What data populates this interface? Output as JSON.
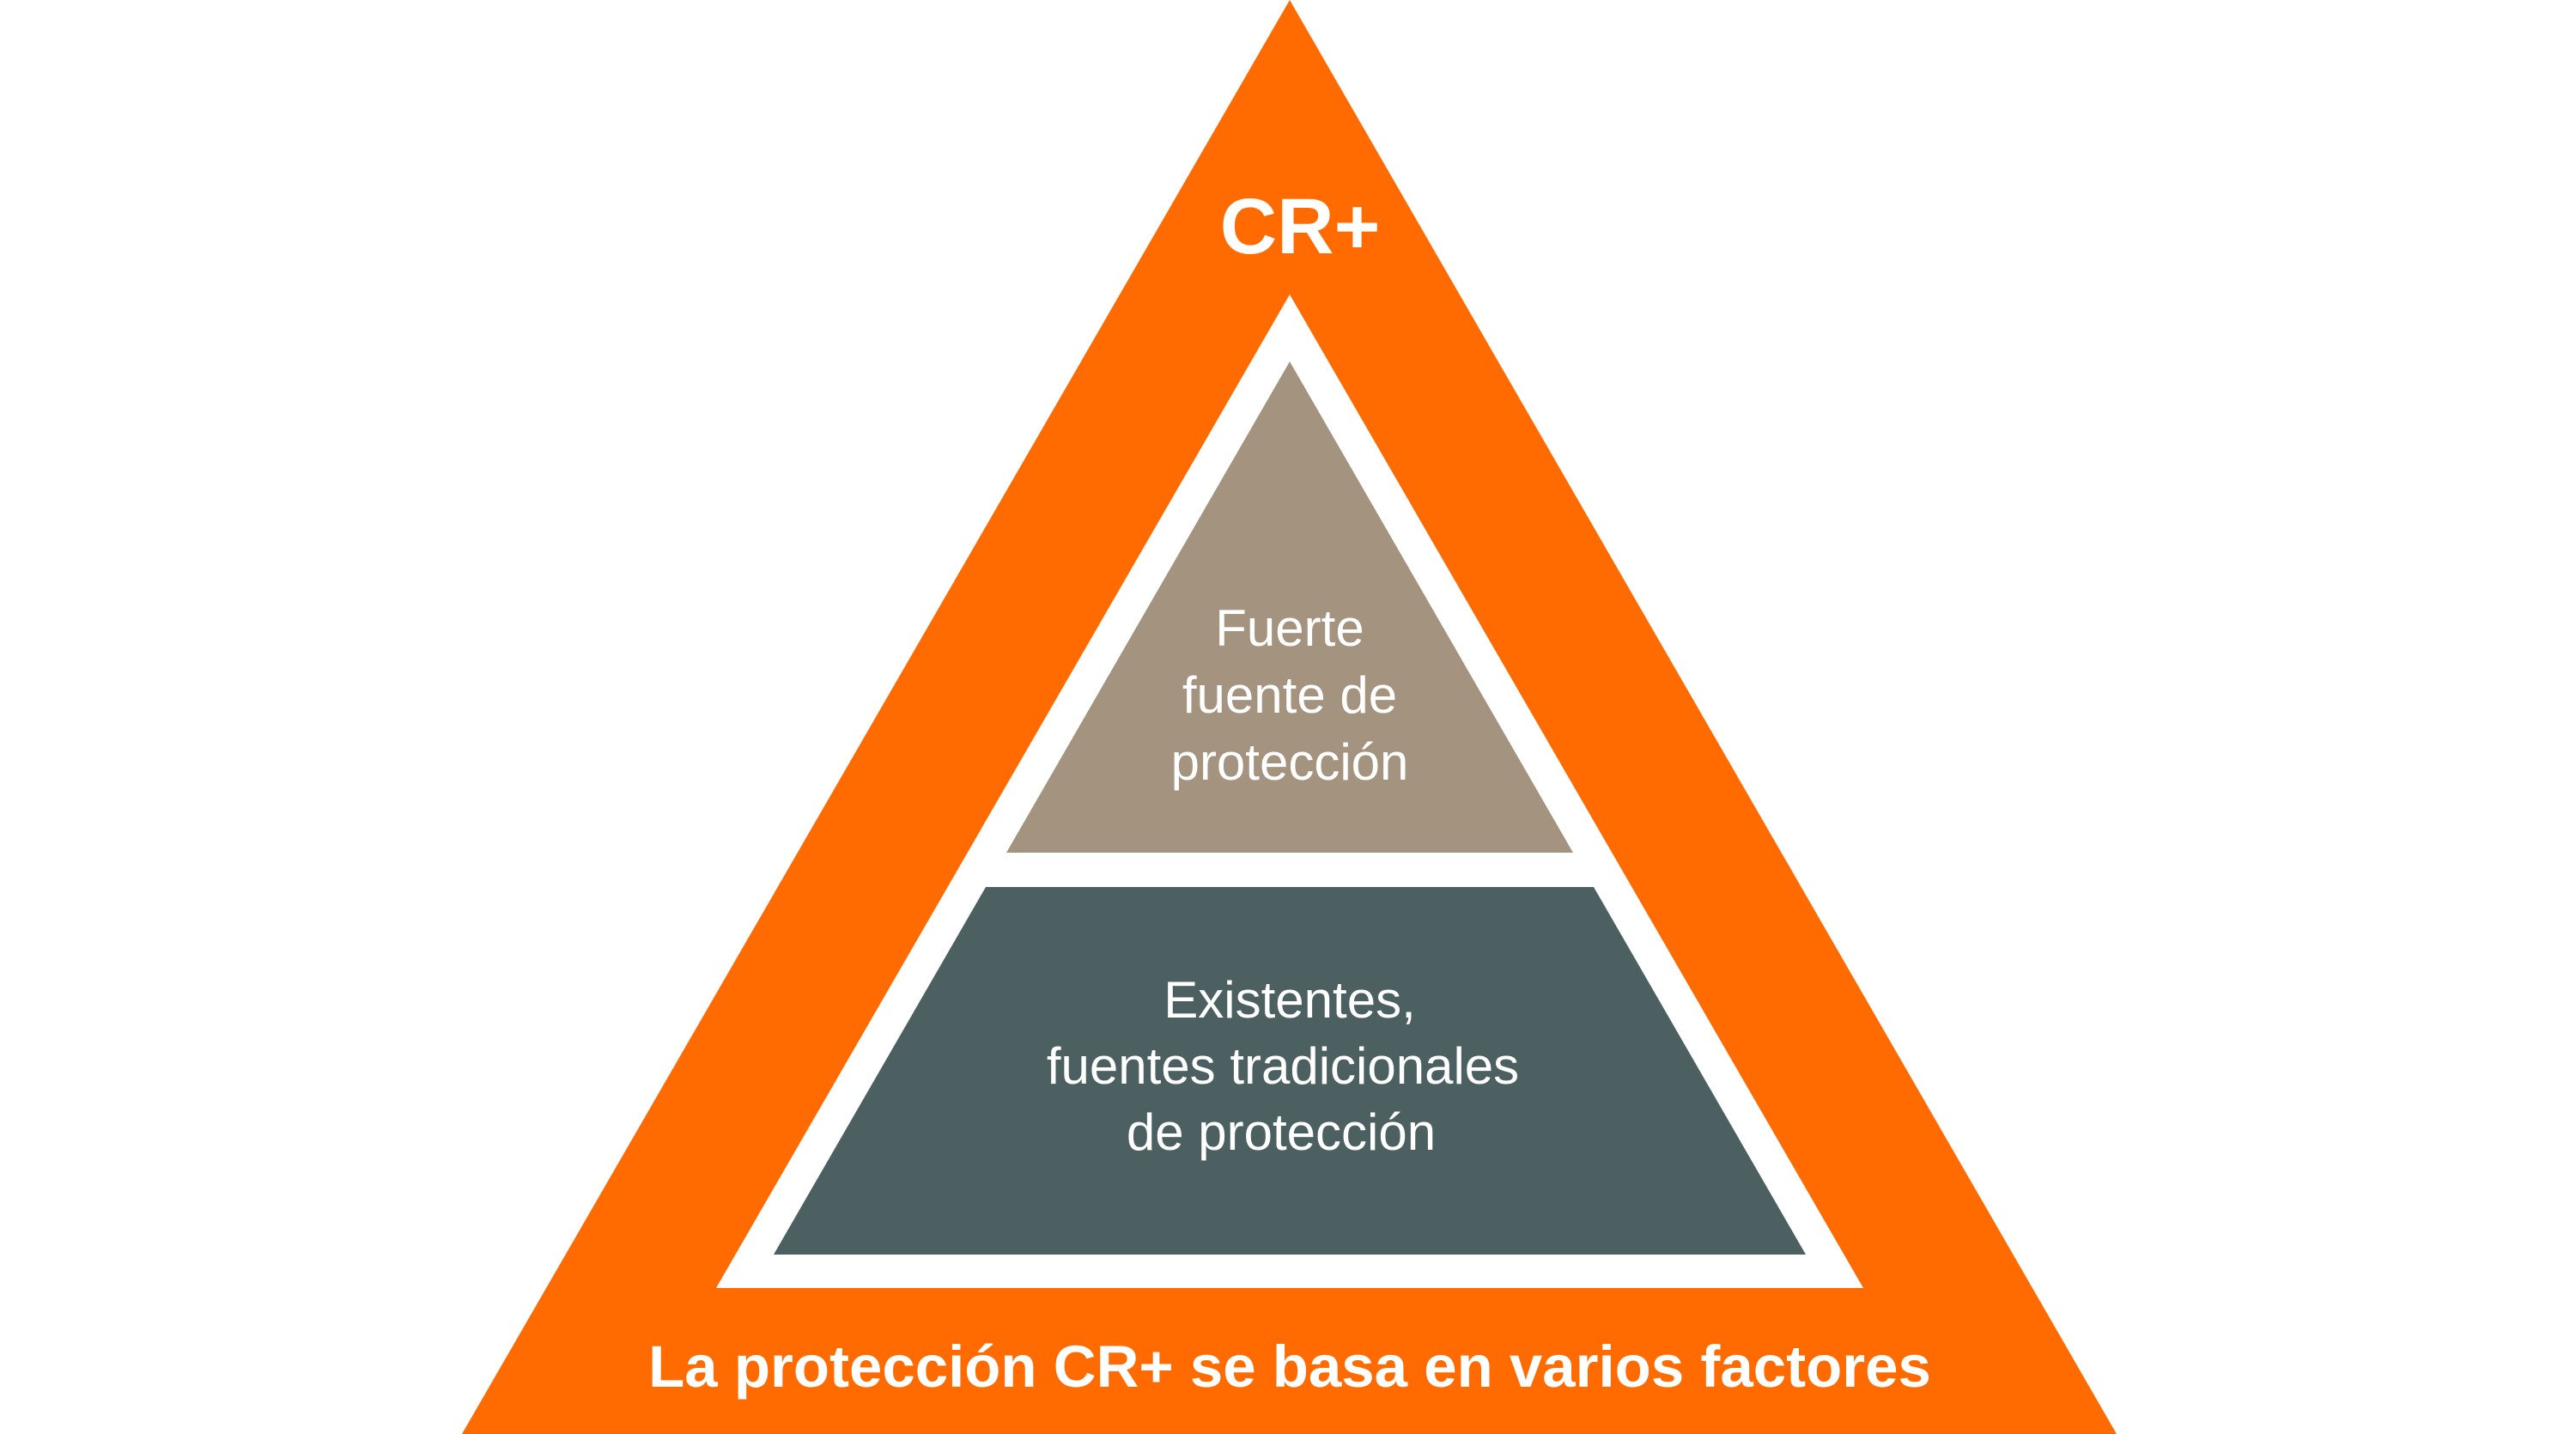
{
  "diagram": {
    "top_label": "CR+",
    "bottom_label": "La protección CR+ se basa en varios factores",
    "top_tier": {
      "lines": [
        "Fuerte",
        "fuente de",
        "protección"
      ]
    },
    "bottom_tier": {
      "lines": [
        "Existentes,",
        "fuentes tradicionales",
        "de protección"
      ]
    },
    "colors": {
      "outer": "#FF6B00",
      "inner_gap": "#FFFFFF",
      "top_tier": "#A3937F",
      "bottom_tier": "#4D6061",
      "text": "#FFFFFF"
    }
  }
}
